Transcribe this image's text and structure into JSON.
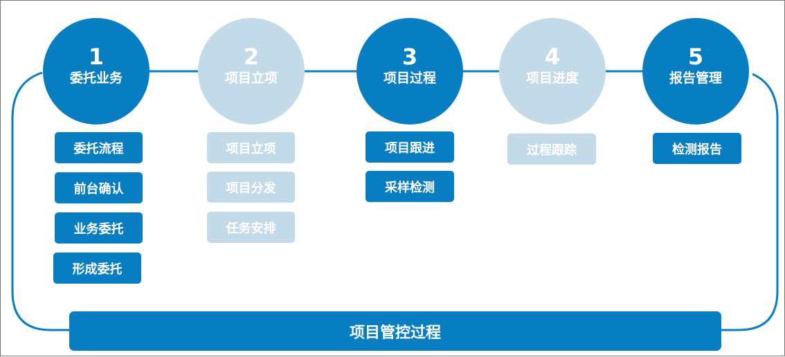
{
  "colors": {
    "primary": "#077dc2",
    "inactive": "#c3dbe8"
  },
  "steps": [
    {
      "num": "1",
      "label": "委托业务",
      "state": "active",
      "items": [
        "委托流程",
        "前台确认",
        "业务委托",
        "形成委托"
      ]
    },
    {
      "num": "2",
      "label": "项目立项",
      "state": "inactive",
      "items": [
        "项目立项",
        "项目分发",
        "任务安排"
      ]
    },
    {
      "num": "3",
      "label": "项目过程",
      "state": "active",
      "items": [
        "项目跟进",
        "采样检测"
      ]
    },
    {
      "num": "4",
      "label": "项目进度",
      "state": "inactive",
      "items": [
        "过程跟踪"
      ]
    },
    {
      "num": "5",
      "label": "报告管理",
      "state": "active",
      "items": [
        "检测报告"
      ]
    }
  ],
  "footer": {
    "label": "项目管控过程"
  }
}
